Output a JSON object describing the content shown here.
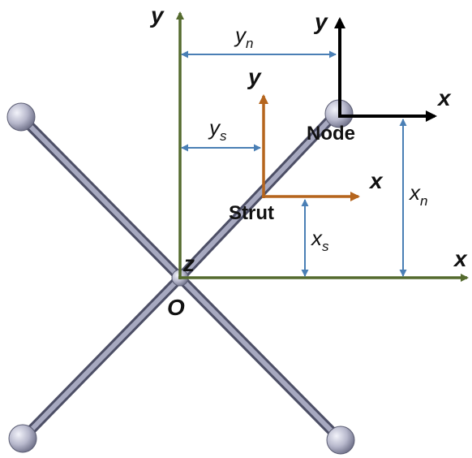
{
  "labels": {
    "global_y": "y",
    "global_x": "x",
    "global_z": "z",
    "origin": "O",
    "strut_y": "y",
    "strut_x": "x",
    "strut": "Strut",
    "node_y": "y",
    "node_x": "x",
    "node": "Node",
    "dim_yn": "y",
    "dim_yn_sub": "n",
    "dim_ys": "y",
    "dim_ys_sub": "s",
    "dim_xn": "x",
    "dim_xn_sub": "n",
    "dim_xs": "x",
    "dim_xs_sub": "s"
  },
  "colors": {
    "global_axes": "#556b2f",
    "strut_axes": "#b5651d",
    "node_axes": "#000000",
    "dimension_arrows": "#4a7fb5",
    "strut_rod": "#9ea0b8",
    "strut_rod_dark": "#4d4f66",
    "sphere": "#b7b8cc"
  }
}
